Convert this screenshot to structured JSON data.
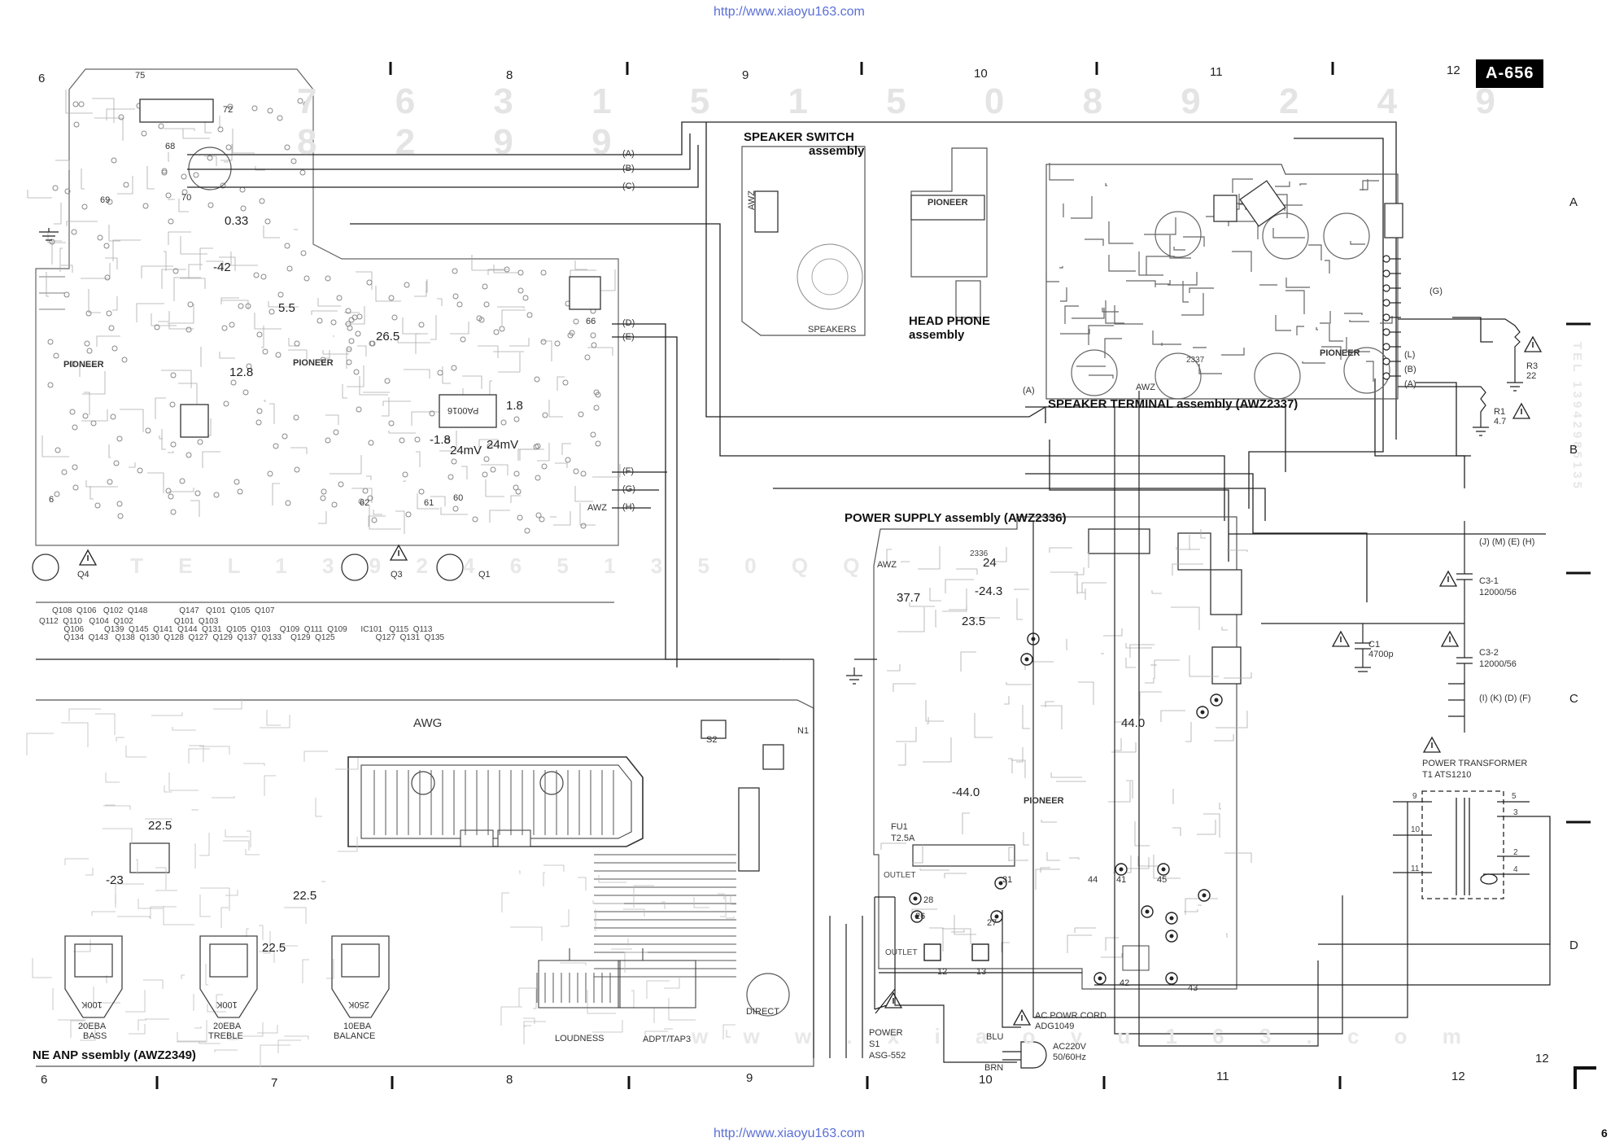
{
  "header": {
    "url": "http://www.xiaoyu163.com",
    "page_code": "A-656"
  },
  "footer": {
    "url": "http://www.xiaoyu163.com",
    "page_number": "6"
  },
  "column_numbers_top": [
    "6",
    "8",
    "9",
    "10",
    "11",
    "12"
  ],
  "column_numbers_bottom": [
    "6",
    "7",
    "8",
    "9",
    "10",
    "11",
    "12"
  ],
  "row_letters": [
    "A",
    "B",
    "C",
    "D"
  ],
  "bottom_corner_number": "12",
  "watermark": {
    "digits_top": "7 6 3 1 5 1 5 0 8 9 2 4 9 8 2 9 9",
    "mid": "T E L 1 3 9 2 4 6 5 1 3 5 0 Q Q",
    "right_vertical": "TEL 13942985135",
    "bottom": "w w w . x i a o y u 1 6 3 . c o m"
  },
  "assemblies": {
    "speaker_switch": {
      "line1": "SPEAKER SWITCH",
      "line2": "assembly",
      "knob_label": "SPEAKERS",
      "code": "AWZ"
    },
    "head_phone": {
      "line1": "HEAD PHONE",
      "line2": "assembly",
      "brand": "PIONEER"
    },
    "speaker_terminal": {
      "title": "SPEAKER TERMINAL assembly (AWZ2337)",
      "brand": "PIONEER",
      "code": "AWZ",
      "board_no": "2337"
    },
    "power_supply": {
      "title": "POWER SUPPLY assembly (AWZ2336)",
      "brand": "PIONEER",
      "code": "AWZ",
      "board_no": "2336"
    },
    "tone_amp": {
      "title": "NE ANP ssembly (AWZ2349)",
      "code": "AWG"
    },
    "main_amp": {
      "brand_left": "PIONEER",
      "brand_center": "PIONEER",
      "ic": "PA0016",
      "code": "AWZ"
    }
  },
  "connectors": [
    "(A)",
    "(B)",
    "(C)",
    "(D)",
    "(E)",
    "(F)",
    "(G)",
    "(H)"
  ],
  "right_side_connectors": [
    "(G)",
    "(L)",
    "(B)",
    "(A)"
  ],
  "bus_labels_top": "(J) (M) (E) (H)",
  "bus_labels_bottom": "(I) (K) (D) (F)",
  "voltages": {
    "v75": "75",
    "v72": "72",
    "v69": "69",
    "v70": "70",
    "v68": "68",
    "v033": "0.33",
    "vneg42": "-42",
    "v55": "5.5",
    "v265": "26.5",
    "v128": "12.8",
    "v18": "1.8",
    "vneg18": "-1.8",
    "v24mv_a": "24mV",
    "v24mv_b": "24mV",
    "v66": "66",
    "v60": "60",
    "v62": "62",
    "v61": "61",
    "v6b": "6",
    "v377": "37.7",
    "v24": "24",
    "vneg243": "-24.3",
    "v235": "23.5",
    "v440": "44.0",
    "vneg440": "-44.0",
    "v225a": "22.5",
    "vneg23": "-23",
    "v225b": "22.5",
    "v225c": "22.5"
  },
  "components": {
    "r3": "R3",
    "r3_val": "22",
    "r1": "R1",
    "r1_val": "4.7",
    "c3_1": "C3-1",
    "c3_1_val": "12000/56",
    "c3_2": "C3-2",
    "c3_2_val": "12000/56",
    "c1": "C1",
    "c1_val": "4700p",
    "transformer_title": "POWER TRANSFORMER",
    "transformer_part": "T1 ATS1210",
    "fuse": "FU1",
    "fuse_val": "T2.5A",
    "power_switch": "POWER",
    "power_switch_ref": "S1",
    "power_switch_part": "ASG-552",
    "ac_cord": "AC POWR CORD",
    "ac_cord_part": "ADG1049",
    "ac_voltage": "AC220V",
    "ac_freq": "50/60Hz",
    "blu": "BLU",
    "brn": "BRN",
    "outlet_a": "OUTLET",
    "outlet_b": "OUTLET",
    "pin9": "9",
    "pin10": "10",
    "pin11": "11",
    "pin5": "5",
    "pin3": "3",
    "pin2": "2",
    "pin4": "4",
    "tp12": "12",
    "tp13": "13",
    "tp26": "26",
    "tp27": "27",
    "tp28": "28",
    "tp31": "31",
    "tp41": "41",
    "tp42": "42",
    "tp43": "43",
    "tp44": "44",
    "tp45": "45",
    "q3": "Q3",
    "q1": "Q1",
    "q4": "Q4"
  },
  "controls": {
    "bass_val": "100K",
    "bass_ref": "20EBA",
    "bass": "BASS",
    "treble_val": "100K",
    "treble_ref": "20EBA",
    "treble": "TREBLE",
    "balance_val": "250K",
    "balance_ref": "10EBA",
    "balance": "BALANCE",
    "loudness": "LOUDNESS",
    "adpt_tape": "ADPT/TAP3",
    "direct": "DIRECT",
    "s2": "S2",
    "n1": "N1"
  },
  "transistor_list": {
    "row1": "Q108  Q106   Q102  Q148              Q147   Q101  Q105  Q107",
    "row2": "Q112  Q110   Q104  Q102                  Q101  Q103",
    "row3": "           Q106         Q139  Q145  Q141  Q144  Q131  Q105  Q103    Q109  Q111  Q109      IC101   Q115  Q113",
    "row4": "           Q134  Q143   Q138  Q130  Q128  Q127  Q129  Q137  Q133    Q129  Q125                  Q127  Q131  Q135"
  }
}
